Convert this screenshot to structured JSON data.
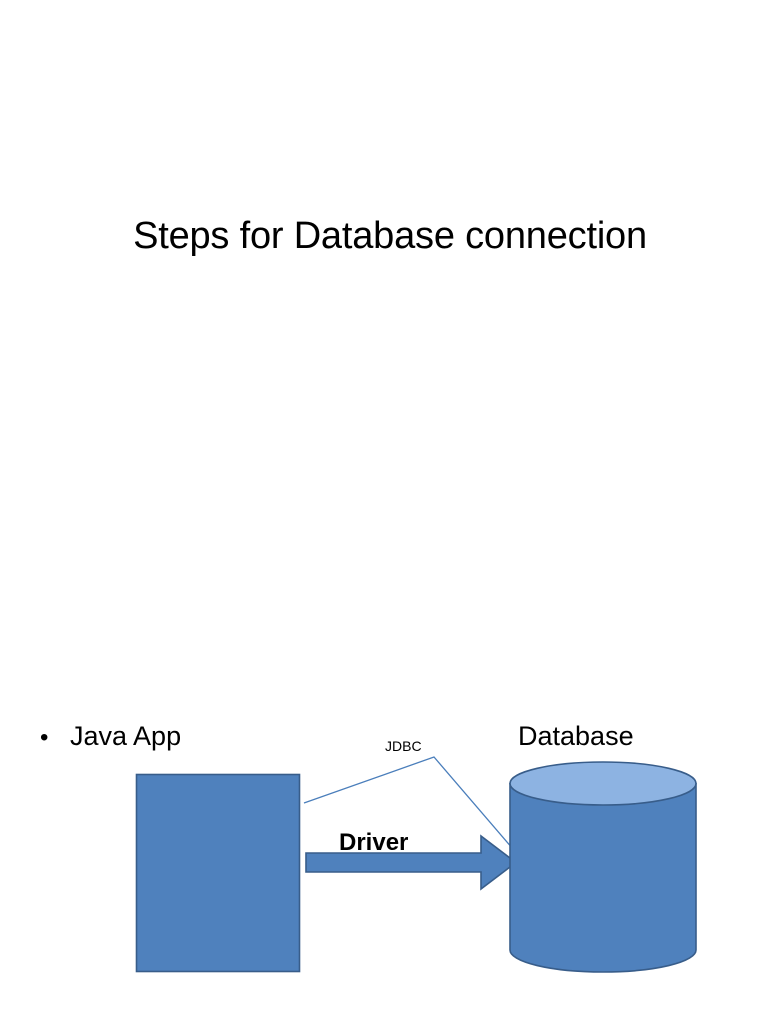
{
  "slide": {
    "title": "Steps for Database connection",
    "background_color": "#FFFFFF"
  },
  "content": {
    "bullets": [
      {
        "bullet_glyph": "•",
        "text": "Java App"
      }
    ]
  },
  "diagram": {
    "type": "jdbc-architecture",
    "nodes": [
      {
        "id": "java-app",
        "shape": "rectangle",
        "label": "Java App",
        "fill": "#4F81BD",
        "stroke": "#385D8A"
      },
      {
        "id": "database",
        "shape": "cylinder",
        "label": "Database",
        "fill": "#4F81BD",
        "top_fill": "#8DB3E2",
        "stroke": "#385D8A"
      }
    ],
    "connectors": [
      {
        "id": "jdbc-line",
        "label": "JDBC",
        "style": "thin-bent-line",
        "stroke": "#4A7EBB",
        "from": "java-app",
        "to": "database"
      },
      {
        "id": "driver-arrow",
        "label": "Driver",
        "style": "block-arrow-right",
        "fill": "#4F81BD",
        "stroke": "#385D8A",
        "from": "java-app",
        "to": "database"
      }
    ]
  }
}
